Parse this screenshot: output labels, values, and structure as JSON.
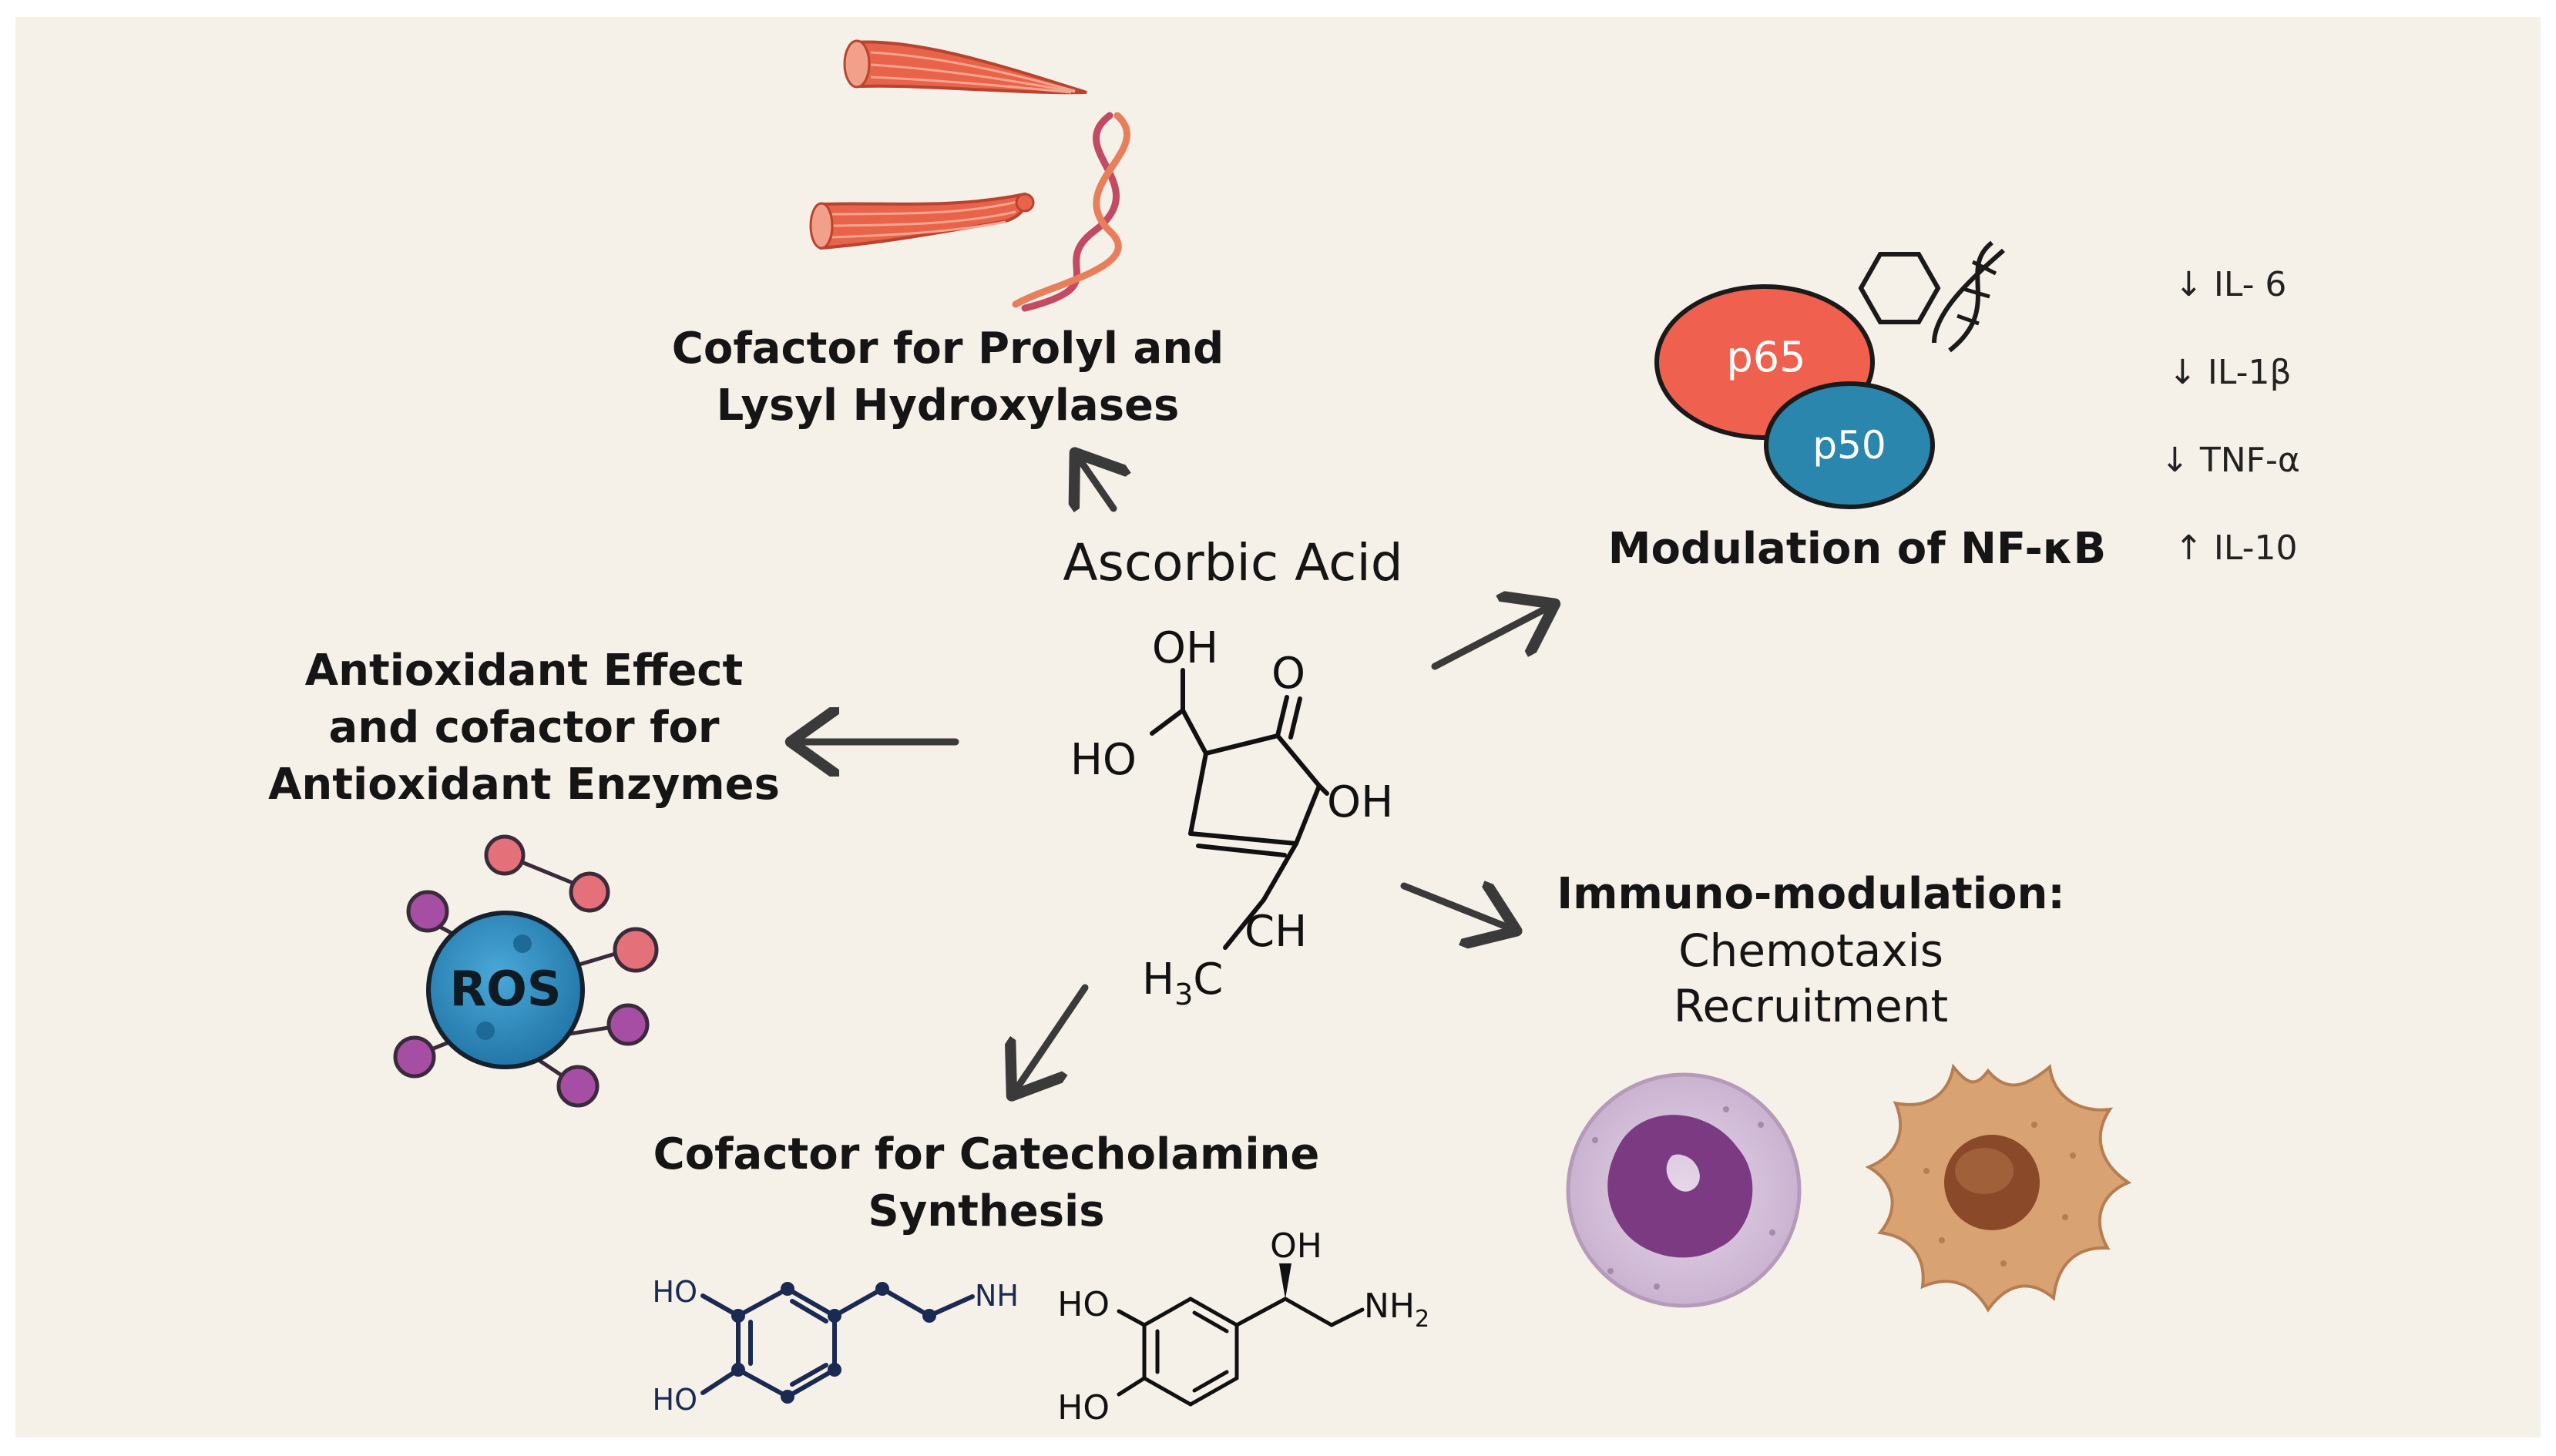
{
  "center": {
    "title": "Ascorbic Acid",
    "atoms": {
      "oh_top": "OH",
      "oxo": "O",
      "ho_left": "HO",
      "oh_right": "OH",
      "ch": "CH",
      "h3c_h": "H",
      "h3c_3": "3",
      "h3c_c": "C"
    }
  },
  "collagen": {
    "lines": [
      "Cofactor for Prolyl and",
      "Lysyl Hydroxylases"
    ]
  },
  "antioxidant": {
    "lines": [
      "Antioxidant Effect",
      "and cofactor for",
      "Antioxidant Enzymes"
    ],
    "ros_label": "ROS"
  },
  "nfkb": {
    "title": "Modulation of NF-κB",
    "subunit_a": "p65",
    "subunit_b": "p50",
    "cytokines": [
      "↓ IL- 6",
      "↓ IL-1β",
      "↓ TNF-α",
      "↑ IL-10"
    ]
  },
  "immuno": {
    "title": "Immuno-modulation:",
    "items": [
      "Chemotaxis",
      "Recruitment"
    ]
  },
  "catechol": {
    "lines": [
      "Cofactor for Catecholamine",
      "Synthesis"
    ],
    "dopamine": {
      "ho_top": "HO",
      "ho_bottom": "HO",
      "nh": "NH"
    },
    "norepinephrine": {
      "ho_top": "HO",
      "ho_bottom": "HO",
      "oh": "OH",
      "nh": "NH",
      "nh_sub": "2"
    }
  },
  "colors": {
    "background": "#f5f1e9",
    "arrow": "#3a3a3a",
    "p65": "#f0604f",
    "p50": "#2b86ad",
    "ros": "#2f8fc4",
    "muscle": "#e8634a",
    "neutrophil": "#7b3a82",
    "macrophage": "#d9a273"
  }
}
